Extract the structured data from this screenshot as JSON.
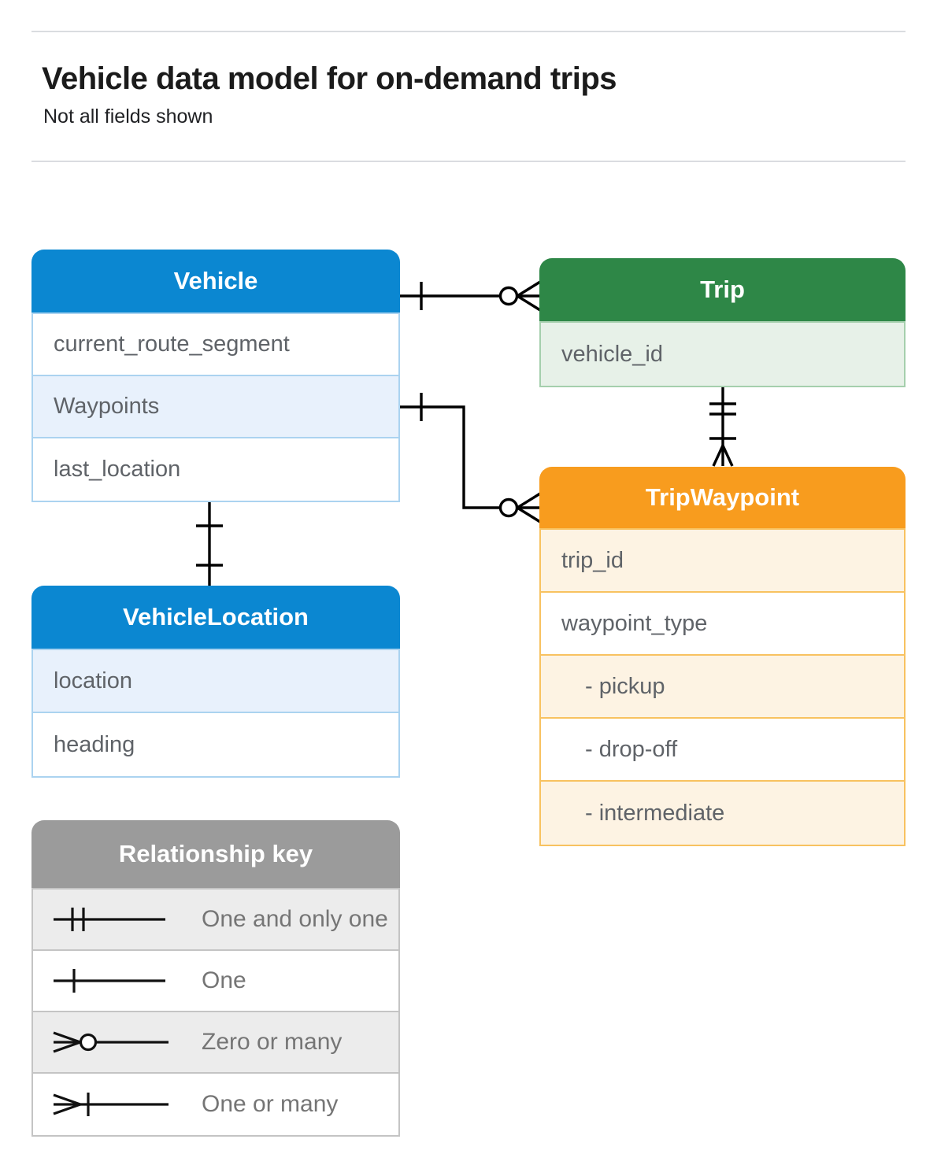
{
  "header": {
    "title": "Vehicle data model for on-demand trips",
    "subtitle": "Not all fields shown"
  },
  "entities": {
    "vehicle": {
      "title": "Vehicle",
      "fields": [
        "current_route_segment",
        "Waypoints",
        "last_location"
      ]
    },
    "trip": {
      "title": "Trip",
      "fields": [
        "vehicle_id"
      ]
    },
    "trip_waypoint": {
      "title": "TripWaypoint",
      "fields": [
        "trip_id",
        "waypoint_type",
        "- pickup",
        "- drop-off",
        "- intermediate"
      ]
    },
    "vehicle_location": {
      "title": "VehicleLocation",
      "fields": [
        "location",
        "heading"
      ]
    }
  },
  "legend": {
    "title": "Relationship key",
    "items": [
      {
        "symbol": "one-and-only-one",
        "label": "One and only one"
      },
      {
        "symbol": "one",
        "label": "One"
      },
      {
        "symbol": "zero-or-many",
        "label": "Zero or many"
      },
      {
        "symbol": "one-or-many",
        "label": "One or many"
      }
    ]
  },
  "relationships": [
    {
      "from": "Vehicle",
      "to": "Trip",
      "from_cardinality": "one",
      "to_cardinality": "zero-or-many"
    },
    {
      "from": "Vehicle.Waypoints",
      "to": "TripWaypoint",
      "from_cardinality": "one",
      "to_cardinality": "zero-or-many"
    },
    {
      "from": "Trip",
      "to": "TripWaypoint",
      "from_cardinality": "one-and-only-one",
      "to_cardinality": "one-or-many"
    },
    {
      "from": "Vehicle",
      "to": "VehicleLocation",
      "from_cardinality": "one",
      "to_cardinality": "one"
    }
  ],
  "colors": {
    "blue": "#0b87d1",
    "blue_light": "#e8f1fc",
    "blue_border": "#abd3f0",
    "green": "#2e8747",
    "green_light": "#e7f1e8",
    "green_border": "#a5cfad",
    "orange": "#f89c1e",
    "orange_light": "#fdf3e3",
    "orange_border": "#f8c260",
    "gray": "#9b9b9b",
    "gray_light": "#ececec",
    "gray_border": "#c4c4c4",
    "text_field": "#5f6368",
    "text_legend": "#757575",
    "divider": "#dadce0",
    "connector": "#000000"
  }
}
